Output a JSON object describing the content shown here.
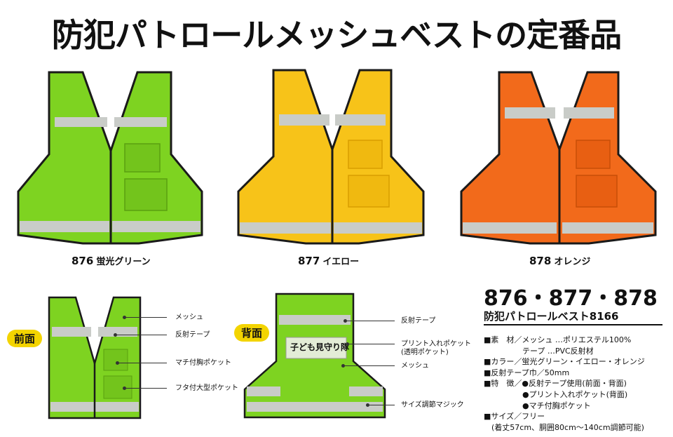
{
  "title": "防犯パトロールメッシュベストの定番品",
  "products": [
    {
      "code": "876",
      "name": "蛍光グリーン",
      "color": "#7ed321"
    },
    {
      "code": "877",
      "name": "イエロー",
      "color": "#f7c319"
    },
    {
      "code": "878",
      "name": "オレンジ",
      "color": "#f26a1b"
    }
  ],
  "front": {
    "badge": "前面",
    "callouts": [
      "メッシュ",
      "反射テープ",
      "マチ付胸ポケット",
      "フタ付大型ポケット"
    ]
  },
  "back": {
    "badge": "背面",
    "pocket_text": "子ども見守り隊",
    "callouts": [
      "反射テープ",
      "プリント入れポケット",
      "(透明ポケット)",
      "メッシュ",
      "サイズ調節マジック"
    ]
  },
  "spec": {
    "models": "876・877・878",
    "product_name": "防犯パトロールベスト8166",
    "lines": [
      "■素　材／メッシュ …ポリエステル100%",
      "　　　　　テープ …PVC反射材",
      "■カラー／蛍光グリーン・イエロー・オレンジ",
      "■反射テープ巾／50mm",
      "■特　徴／●反射テープ使用(前面・背面)",
      "　　　　　●プリント入れポケット(背面)",
      "　　　　　●マチ付胸ポケット",
      "■サイズ／フリー",
      "　(着丈57cm、胴囲80cm〜140cm調節可能)"
    ]
  },
  "colors": {
    "reflective": "#c9ccc8",
    "trim": "#1a1a1a",
    "badge": "#f3d400"
  }
}
